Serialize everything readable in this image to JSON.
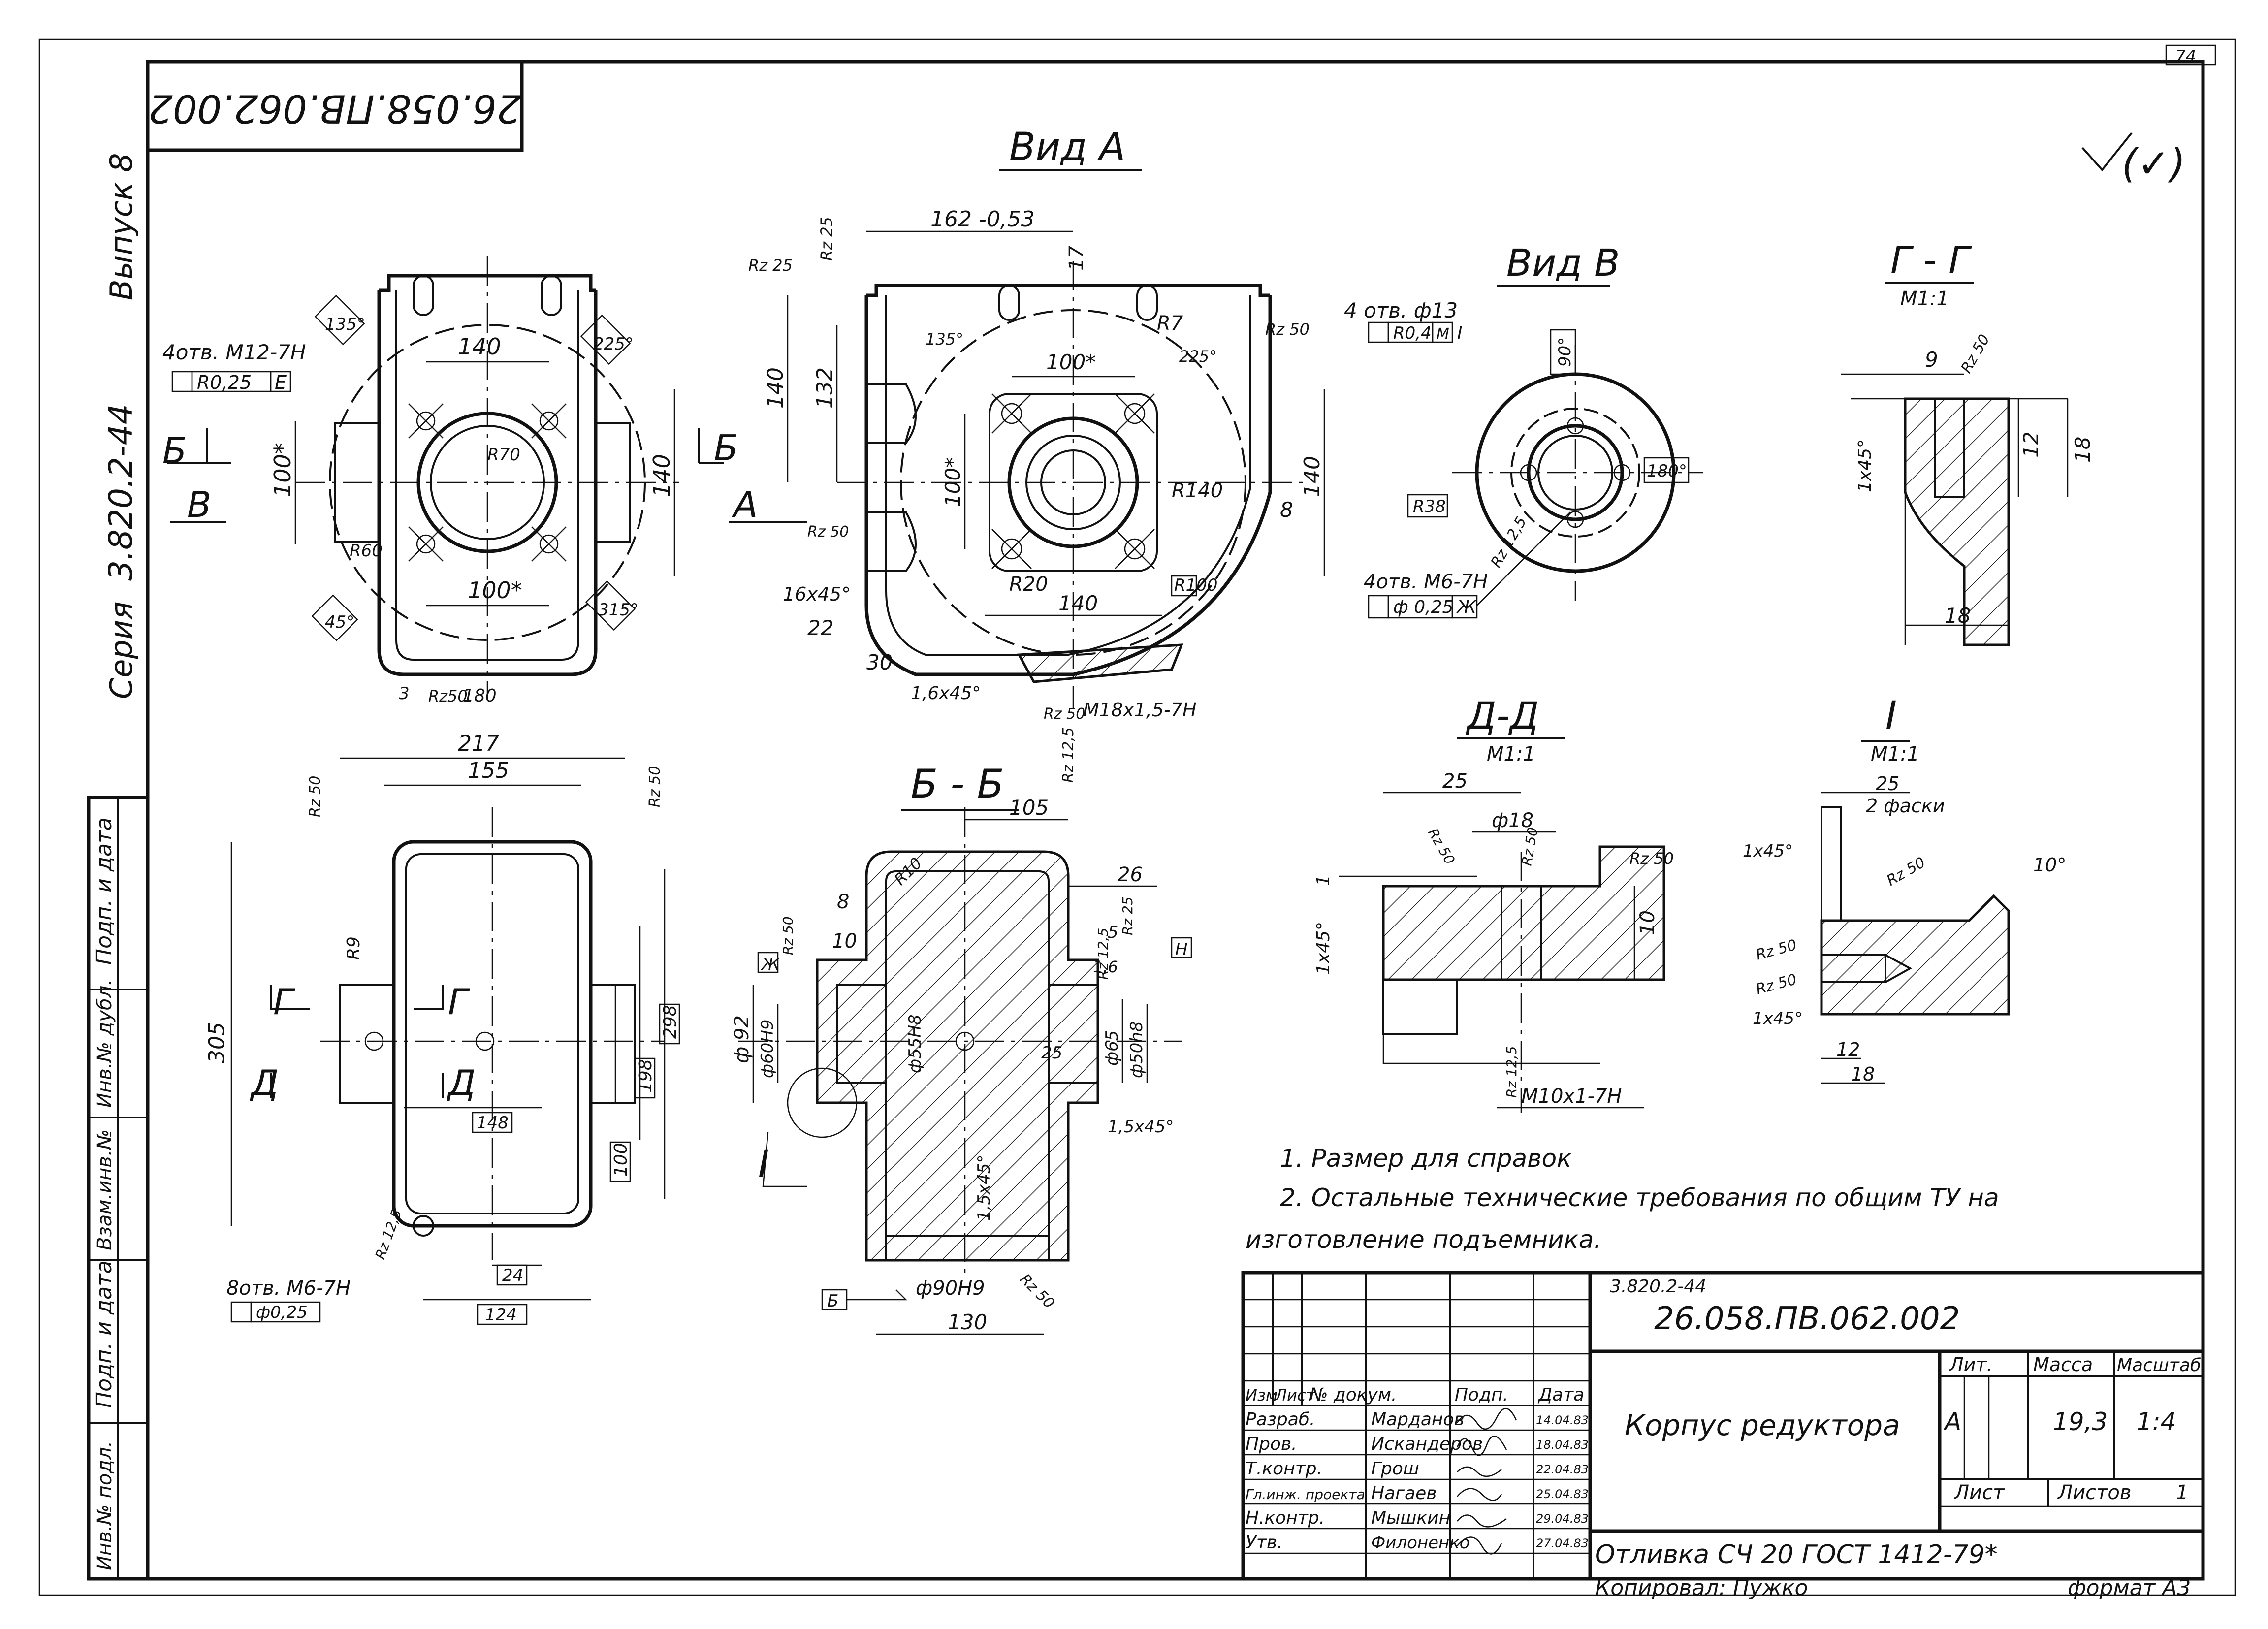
{
  "stamp_code_rotated": "26.058.ПВ.062.002",
  "sheet_number": "74",
  "roughness_mark": "(✓)",
  "left_margin": {
    "vypusk": "Выпуск 8",
    "seriya_num": "3.820.2-44",
    "seriya": "Серия",
    "cells": [
      "Подп. и дата",
      "Инв.№ дубл.",
      "Взам.инв.№",
      "Подп. и дата",
      "Инв.№ подл."
    ]
  },
  "views": {
    "vid_a": "Вид А",
    "vid_v": "Вид В",
    "g_g": "Г - Г",
    "g_g_scale": "М1:1",
    "b_b": "Б - Б",
    "d_d": "Д-Д",
    "d_d_scale": "М1:1",
    "det_i": "I",
    "det_i_scale": "М1:1"
  },
  "dims": {
    "v1": {
      "d140": "140",
      "d100s": "100*",
      "d100s_b": "100*",
      "d140v": "140",
      "holes": "4отв. М12-7Н",
      "tol": "R0,25",
      "tol_ref": "E",
      "a135": "135°",
      "a225": "225°",
      "a45": "45°",
      "a315": "315°",
      "r70": "R70",
      "r60": "R60",
      "rz": "Rz50",
      "d180": "180",
      "sec_b": "Б",
      "sec_b2": "Б",
      "sec_v": "В",
      "sec_a": "А",
      "d3": "3"
    },
    "v2": {
      "d162": "162 -0,53",
      "d17": "17",
      "r7": "R7",
      "d140": "140",
      "d132": "132",
      "d100s": "100*",
      "d100sv": "100*",
      "r140": "R140",
      "r100": "R100",
      "r20": "R20",
      "d140b": "140",
      "d140v": "140",
      "d8": "8",
      "d16x45": "16x45°",
      "d22": "22",
      "d30": "30",
      "d16x45b": "1,6x45°",
      "m18": "М18х1,5-7Н",
      "holes": "4 отв. ф13",
      "tol": "R0,4",
      "tol_m": "M",
      "tol_ref": "I",
      "a135": "135°",
      "a225": "225°",
      "rz25": "Rz 25",
      "rz25b": "Rz 25",
      "rz50": "Rz 50",
      "rz50b": "Rz 50",
      "rz50c": "Rz 50",
      "rz125": "Rz 12,5"
    },
    "v3": {
      "a90": "90°",
      "a180": "180°",
      "r38": "R38",
      "holes": "4отв. М6-7Н",
      "tol": "ф 0,25",
      "tol_ref": "Ж",
      "rz": "Rz 12,5"
    },
    "gg": {
      "d9": "9",
      "d12": "12",
      "d18": "18",
      "d18b": "18",
      "ch": "1x45°",
      "rz": "Rz 50"
    },
    "bot_left": {
      "d217": "217",
      "d155": "155",
      "d305": "305",
      "d298": "298",
      "d198": "198",
      "d148": "148",
      "d100": "100",
      "d24": "24",
      "d124": "124",
      "r9": "R9",
      "holes": "8отв. М6-7Н",
      "tol": "ф0,25",
      "rz50": "Rz 50",
      "rz50b": "Rz 50",
      "rz125": "Rz 12,5",
      "sec_g": "Г",
      "sec_g2": "Г",
      "sec_d": "Д",
      "sec_d2": "Д"
    },
    "bb": {
      "d105": "105",
      "d26": "26",
      "d8": "8",
      "d10": "10",
      "r10": "R10",
      "d92": "ф 92",
      "d60": "ф60Н9",
      "d55": "ф55Н8",
      "d65": "ф65",
      "d50": "ф50h8",
      "d5": "5",
      "d25": "25",
      "d16": "1,6",
      "ch15": "1,5x45°",
      "ch15b": "1,5x45°",
      "d90": "ф90Н9",
      "d130": "130",
      "ref_zh": "Ж",
      "ref_n": "Н",
      "ref_b": "Б",
      "rz50": "Rz 50",
      "rz125": "Rz 12,5",
      "rz25": "Rz 25",
      "rz50b": "Rz 50",
      "sec_i": "I"
    },
    "dd": {
      "d25": "25",
      "d18": "ф18",
      "d10": "10",
      "d1": "1",
      "ch": "1x45°",
      "m10": "М10х1-7Н",
      "rz50": "Rz 50",
      "rz50b": "Rz 50",
      "rz50c": "Rz 50",
      "rz125": "Rz 12,5"
    },
    "di": {
      "d25": "25",
      "fask": "2 фаски",
      "ch": "1x45°",
      "ch2": "1x45°",
      "a10": "10°",
      "d12": "12",
      "d18": "18",
      "rz50": "Rz 50",
      "rz50b": "Rz 50",
      "rz50c": "Rz 50"
    }
  },
  "notes": [
    "1. Размер для справок",
    "2. Остальные технические требования по общим ТУ на",
    "изготовление подъемника."
  ],
  "title_block": {
    "code_small": "3.820.2-44",
    "code": "26.058.ПВ.062.002",
    "name": "Корпус редуктора",
    "material": "Отливка СЧ 20 ГОСТ 1412-79*",
    "lit_header": "Лит.",
    "mass_header": "Масса",
    "scale_header": "Масштаб",
    "lit": "А",
    "mass": "19,3",
    "scale": "1:4",
    "list_label": "Лист",
    "listov_label": "Листов",
    "listov": "1",
    "col_headers": [
      "Изм",
      "Лист",
      "№ докум.",
      "Подп.",
      "Дата"
    ],
    "rows": [
      {
        "role": "Разраб.",
        "name": "Марданов",
        "date": "14.04.83"
      },
      {
        "role": "Пров.",
        "name": "Искандеров",
        "date": "18.04.83"
      },
      {
        "role": "Т.контр.",
        "name": "Грош",
        "date": "22.04.83"
      },
      {
        "role": "Гл.инж. проекта",
        "name": "Нагаев",
        "date": "25.04.83"
      },
      {
        "role": "Н.контр.",
        "name": "Мышкин",
        "date": "29.04.83"
      },
      {
        "role": "Утв.",
        "name": "Филоненко",
        "date": "27.04.83"
      }
    ],
    "copied_by": "Копировал: Пужко",
    "format": "формат А3"
  }
}
